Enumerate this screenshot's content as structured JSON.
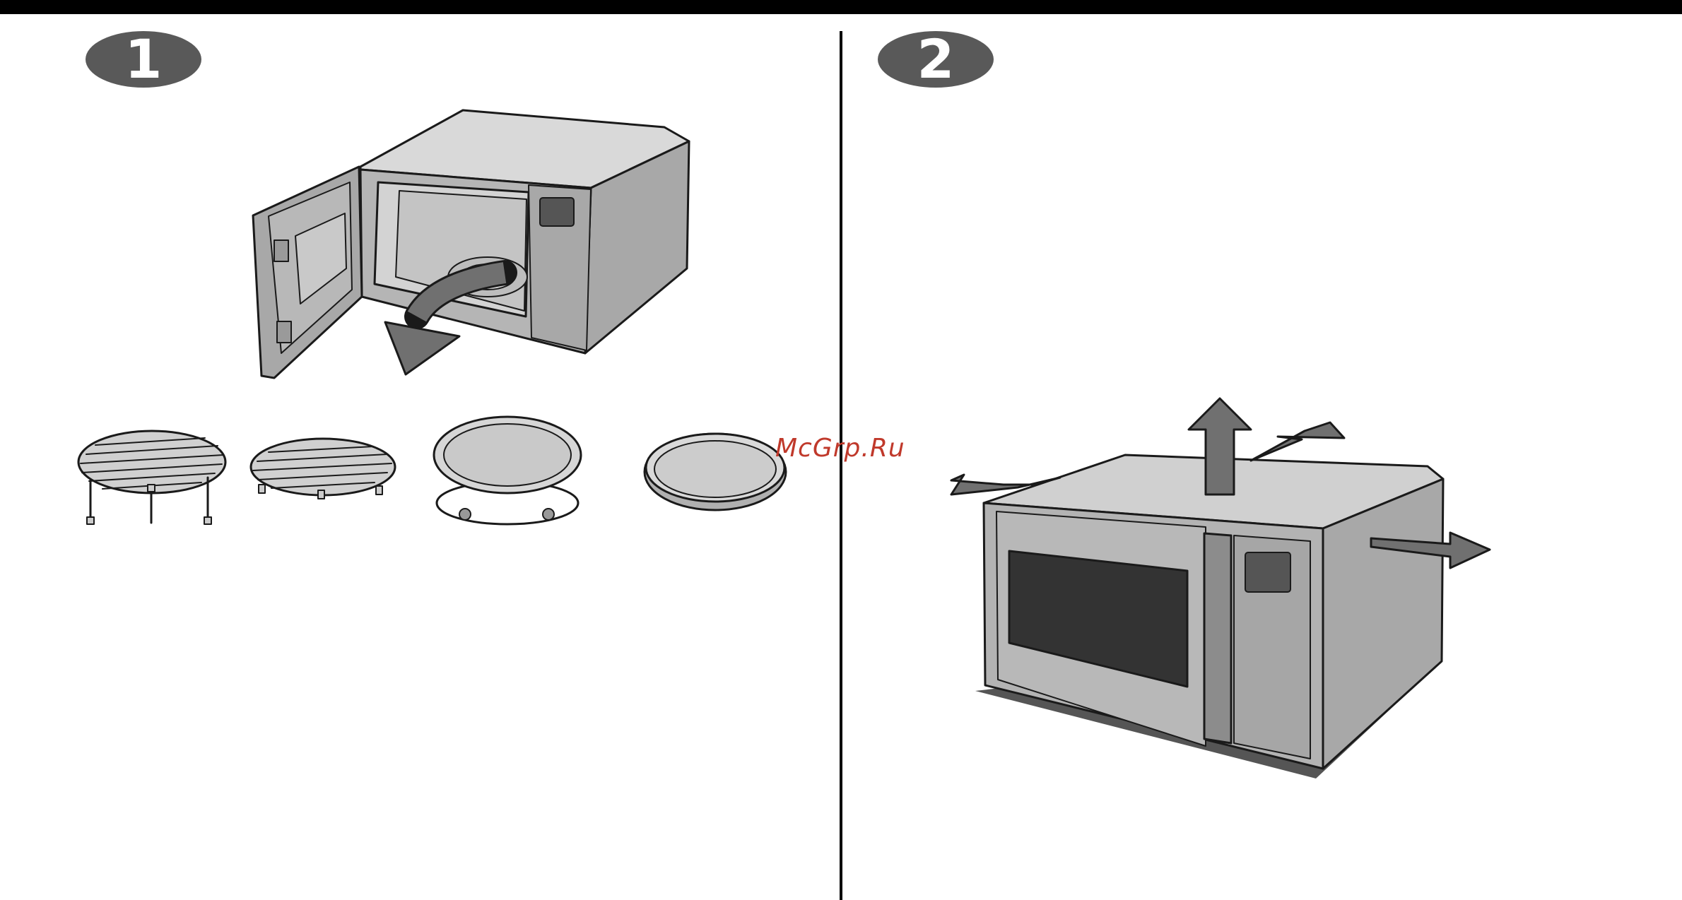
{
  "page": {
    "steps": [
      {
        "number": "1"
      },
      {
        "number": "2"
      }
    ],
    "watermark": "McGrp.Ru"
  },
  "colors": {
    "badge": "#595959",
    "appliance_body": "#a8a8a8",
    "appliance_light": "#d0d0d0",
    "display": "#555555",
    "window": "#333333",
    "arrow": "#707070",
    "watermark": "#c0392b"
  },
  "illustrations": {
    "step1": [
      "microwave-open-door",
      "removal-arrow",
      "high-rack",
      "low-rack",
      "turntable-with-roller-ring",
      "crisp-plate"
    ],
    "step2": [
      "microwave-closed",
      "clearance-arrow-up",
      "clearance-arrow-back",
      "clearance-arrow-left",
      "clearance-arrow-right"
    ]
  }
}
